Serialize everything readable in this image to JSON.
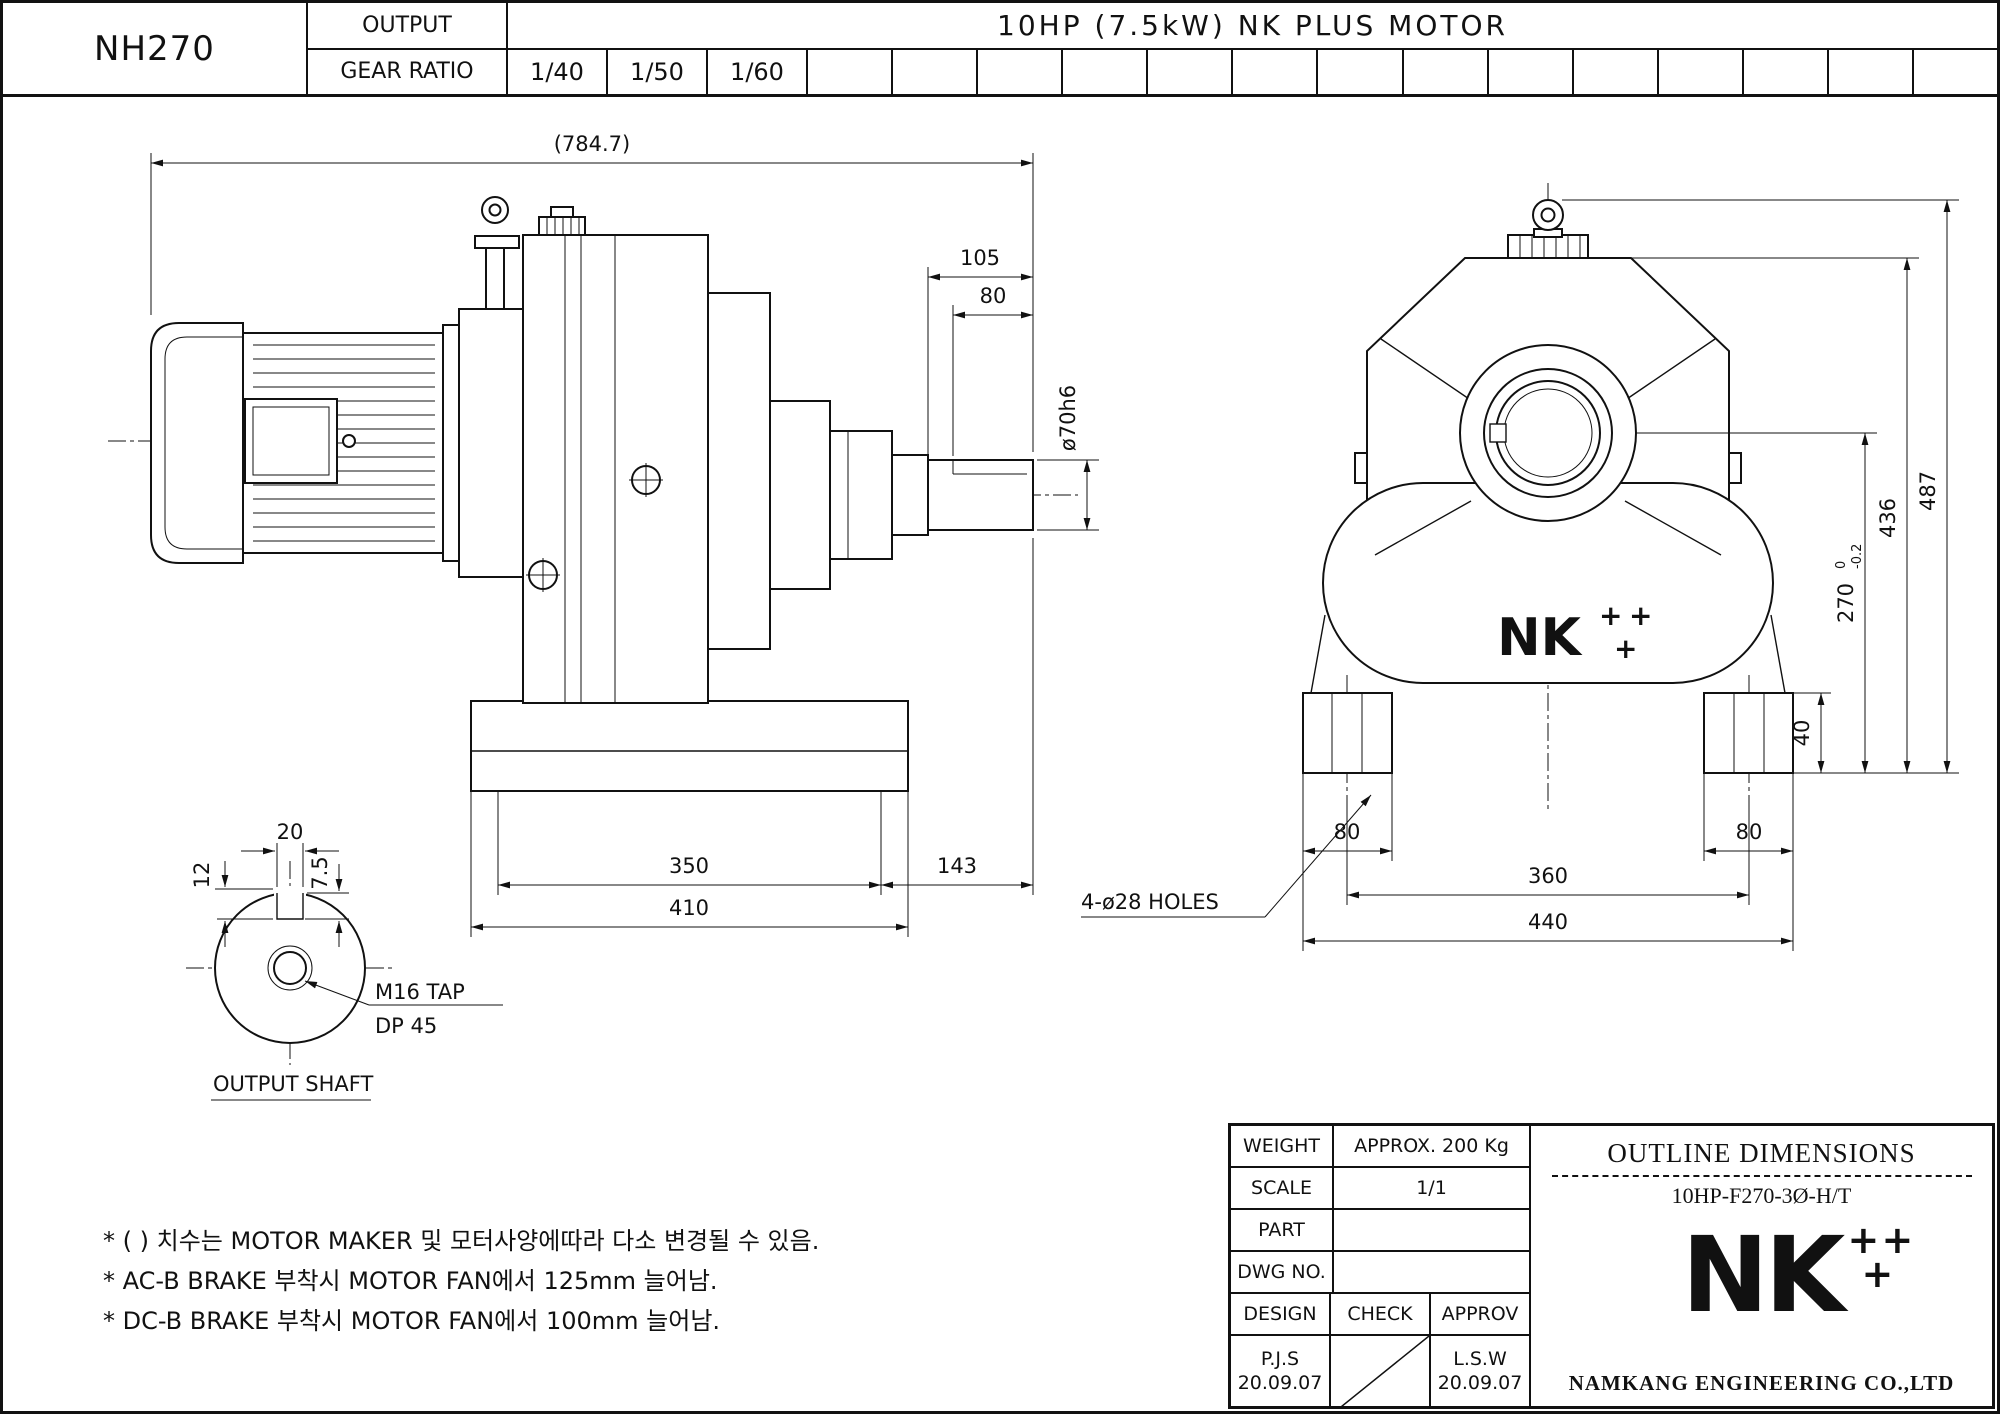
{
  "header": {
    "model": "NH270",
    "output_label": "OUTPUT",
    "gear_ratio_label": "GEAR RATIO",
    "title": "10HP (7.5kW) NK PLUS MOTOR",
    "ratios": [
      "1/40",
      "1/50",
      "1/60"
    ]
  },
  "side_view": {
    "dim_overall": "(784.7)",
    "dim_shaft_len": "105",
    "dim_key_len": "80",
    "dim_shaft_dia": "ø70h6",
    "dim_350": "350",
    "dim_143": "143",
    "dim_410": "410"
  },
  "shaft_detail": {
    "dim_key_width": "20",
    "dim_12": "12",
    "dim_75": "7.5",
    "tap_label": "M16 TAP",
    "tap_depth": "DP 45",
    "caption": "OUTPUT SHAFT"
  },
  "front_view": {
    "dim_487": "487",
    "dim_436": "436",
    "dim_270": "270",
    "dim_270_tol_upper": "0",
    "dim_270_tol_lower": "-0.2",
    "dim_40": "40",
    "dim_80_left": "80",
    "dim_80_right": "80",
    "dim_360": "360",
    "dim_440": "440",
    "holes_note": "4-ø28 HOLES",
    "logo": "NK",
    "logo_plus": "+"
  },
  "notes": {
    "line1": "* (  ) 치수는 MOTOR MAKER 및 모터사양에따라 다소 변경될 수 있음.",
    "line2": "* AC-B BRAKE 부착시 MOTOR FAN에서 125mm 늘어남.",
    "line3": "* DC-B BRAKE 부착시 MOTOR FAN에서 100mm 늘어남."
  },
  "title_block": {
    "weight_label": "WEIGHT",
    "weight_value": "APPROX. 200 Kg",
    "scale_label": "SCALE",
    "scale_value": "1/1",
    "part_label": "PART",
    "dwg_label": "DWG NO.",
    "design_label": "DESIGN",
    "check_label": "CHECK",
    "approv_label": "APPROV",
    "design_name": "P.J.S",
    "design_date": "20.09.07",
    "approv_name": "L.S.W",
    "approv_date": "20.09.07",
    "doc_title": "OUTLINE DIMENSIONS",
    "doc_number": "10HP-F270-3Ø-H/T",
    "logo": "NK",
    "logo_plus": "+",
    "company": "NAMKANG ENGINEERING CO.,LTD"
  }
}
